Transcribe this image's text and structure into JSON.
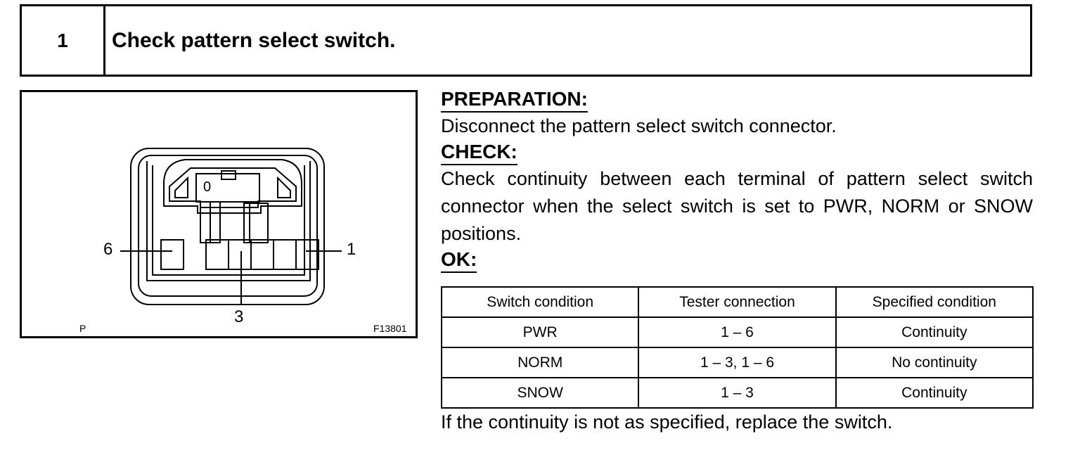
{
  "step": {
    "number": "1",
    "title": "Check pattern select switch."
  },
  "figure": {
    "pin_labels": {
      "pin6": "6",
      "pin1": "1",
      "pin3": "3",
      "pin0": "0"
    },
    "corner_left": "P",
    "figure_id": "F13801"
  },
  "preparation": {
    "heading": "PREPARATION:",
    "text": "Disconnect the pattern select switch connector."
  },
  "check": {
    "heading": "CHECK:",
    "text": "Check continuity between each terminal of pattern select switch connector when the select switch is set to PWR, NORM or SNOW positions."
  },
  "ok": {
    "heading": "OK:"
  },
  "table": {
    "headers": [
      "Switch condition",
      "Tester connection",
      "Specified condition"
    ],
    "rows": [
      [
        "PWR",
        "1 – 6",
        "Continuity"
      ],
      [
        "NORM",
        "1 – 3, 1 – 6",
        "No continuity"
      ],
      [
        "SNOW",
        "1 – 3",
        "Continuity"
      ]
    ]
  },
  "footer": "If the continuity is not as specified, replace the switch."
}
